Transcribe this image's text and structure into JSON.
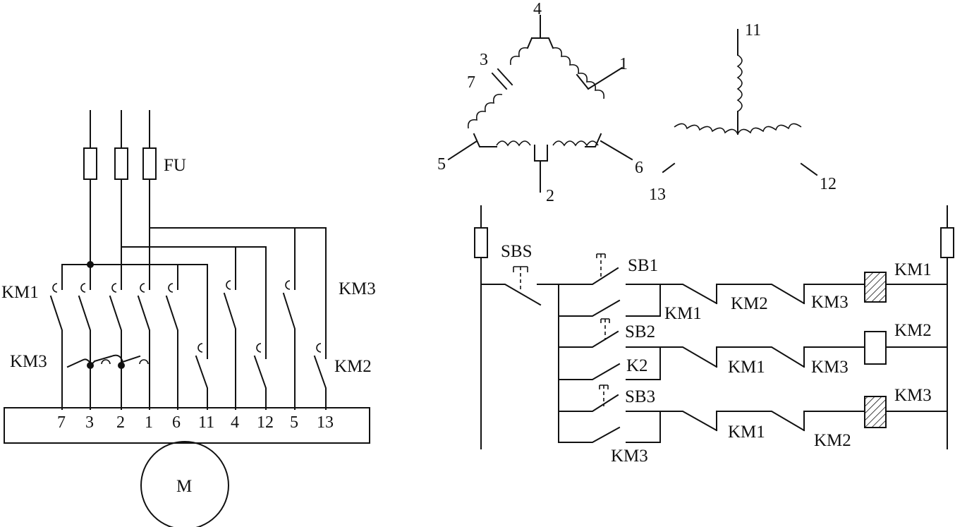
{
  "power_circuit": {
    "fuse_label": "FU",
    "km1_label": "KM1",
    "km2_label": "KM2",
    "km3_label": "KM3",
    "km3_interlock_label": "KM3",
    "terminal_labels": [
      "7",
      "3",
      "2",
      "1",
      "6",
      "11",
      "4",
      "12",
      "5",
      "13"
    ],
    "motor_label": "M"
  },
  "delta_winding": {
    "terminal_labels": [
      "4",
      "3",
      "7",
      "1",
      "5",
      "6",
      "2"
    ]
  },
  "star_winding": {
    "terminal_labels": [
      "11",
      "13",
      "12"
    ]
  },
  "control_circuit": {
    "stop_button": "SBS",
    "row1": {
      "button": "SB1",
      "hold": "KM1",
      "interlock_a": "KM2",
      "interlock_b": "KM3",
      "coil": "KM1"
    },
    "row2": {
      "button": "SB2",
      "hold": "K2",
      "interlock_a": "KM1",
      "interlock_b": "KM3",
      "coil": "KM2"
    },
    "row3": {
      "button": "SB3",
      "hold": "KM3",
      "interlock_a": "KM1",
      "interlock_b": "KM2",
      "coil": "KM3"
    }
  }
}
